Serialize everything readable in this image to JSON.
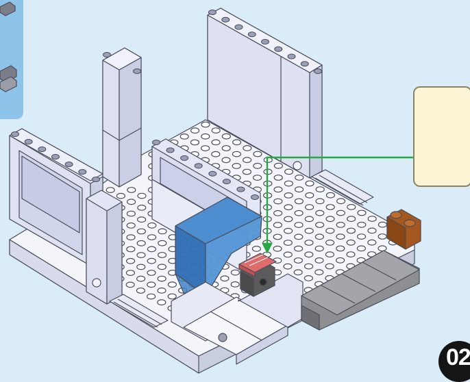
{
  "step": {
    "number": "02"
  },
  "colors": {
    "background": "#d9ecf8",
    "parts_panel": "#8fc4ea",
    "callout_bg": "#fdf4d6",
    "brick_light": "#e6e9f6",
    "brick_white": "#f7f8fc",
    "outline": "#4a4d5a",
    "transparent_blue": "#3d7fc6",
    "dark_gray": "#5b5b5b",
    "red_tile": "#e06b6b",
    "brown": "#a4581e",
    "slope_gray": "#8e8f93",
    "arrow_green": "#27a843"
  },
  "icons": [
    "brick-build-scene",
    "part-callout",
    "step-badge"
  ]
}
